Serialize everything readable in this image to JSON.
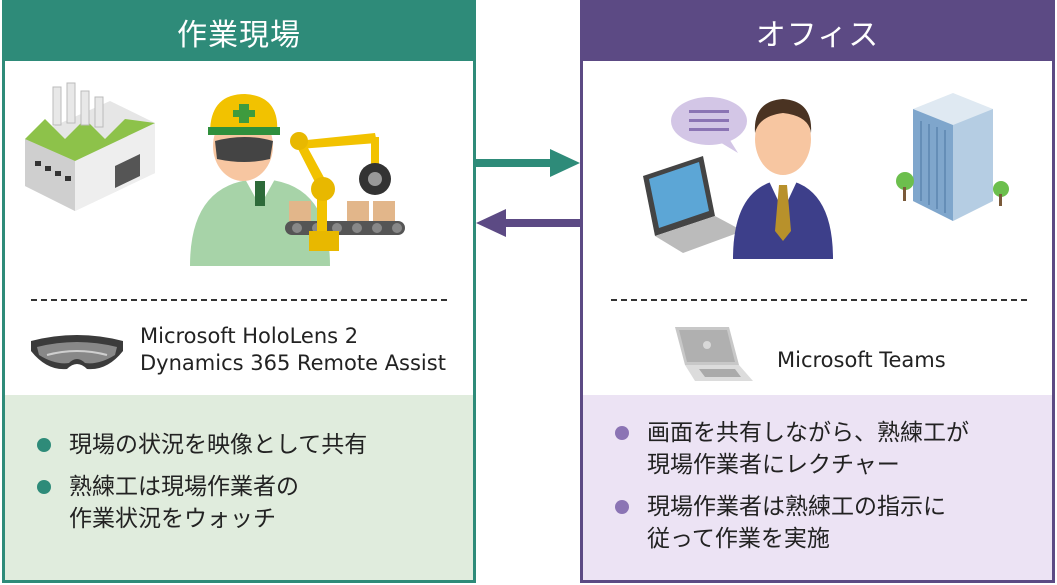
{
  "colors": {
    "left_accent": "#2e8b79",
    "right_accent": "#5c4a84",
    "left_bottom_bg": "#e0ecdd",
    "right_bottom_bg": "#ece3f4"
  },
  "left": {
    "title": "作業現場",
    "tool_lines": [
      "Microsoft HoloLens 2",
      "Dynamics 365 Remote Assist"
    ],
    "bullets": [
      "現場の状況を映像として共有",
      "熟練工は現場作業者の\n作業状況をウォッチ"
    ],
    "icons": [
      "factory-icon",
      "worker-with-headset-icon",
      "robot-arm-conveyor-icon",
      "hololens-icon"
    ]
  },
  "right": {
    "title": "オフィス",
    "tool_lines": [
      "Microsoft Teams"
    ],
    "bullets": [
      "画面を共有しながら、熟練工が\n現場作業者にレクチャー",
      "現場作業者は熟練工の指示に\n従って作業を実施"
    ],
    "icons": [
      "speech-bubble-icon",
      "laptop-icon",
      "office-worker-icon",
      "office-building-icon",
      "teams-laptop-icon"
    ]
  },
  "arrows": [
    "arrow-right-icon",
    "arrow-left-icon"
  ]
}
